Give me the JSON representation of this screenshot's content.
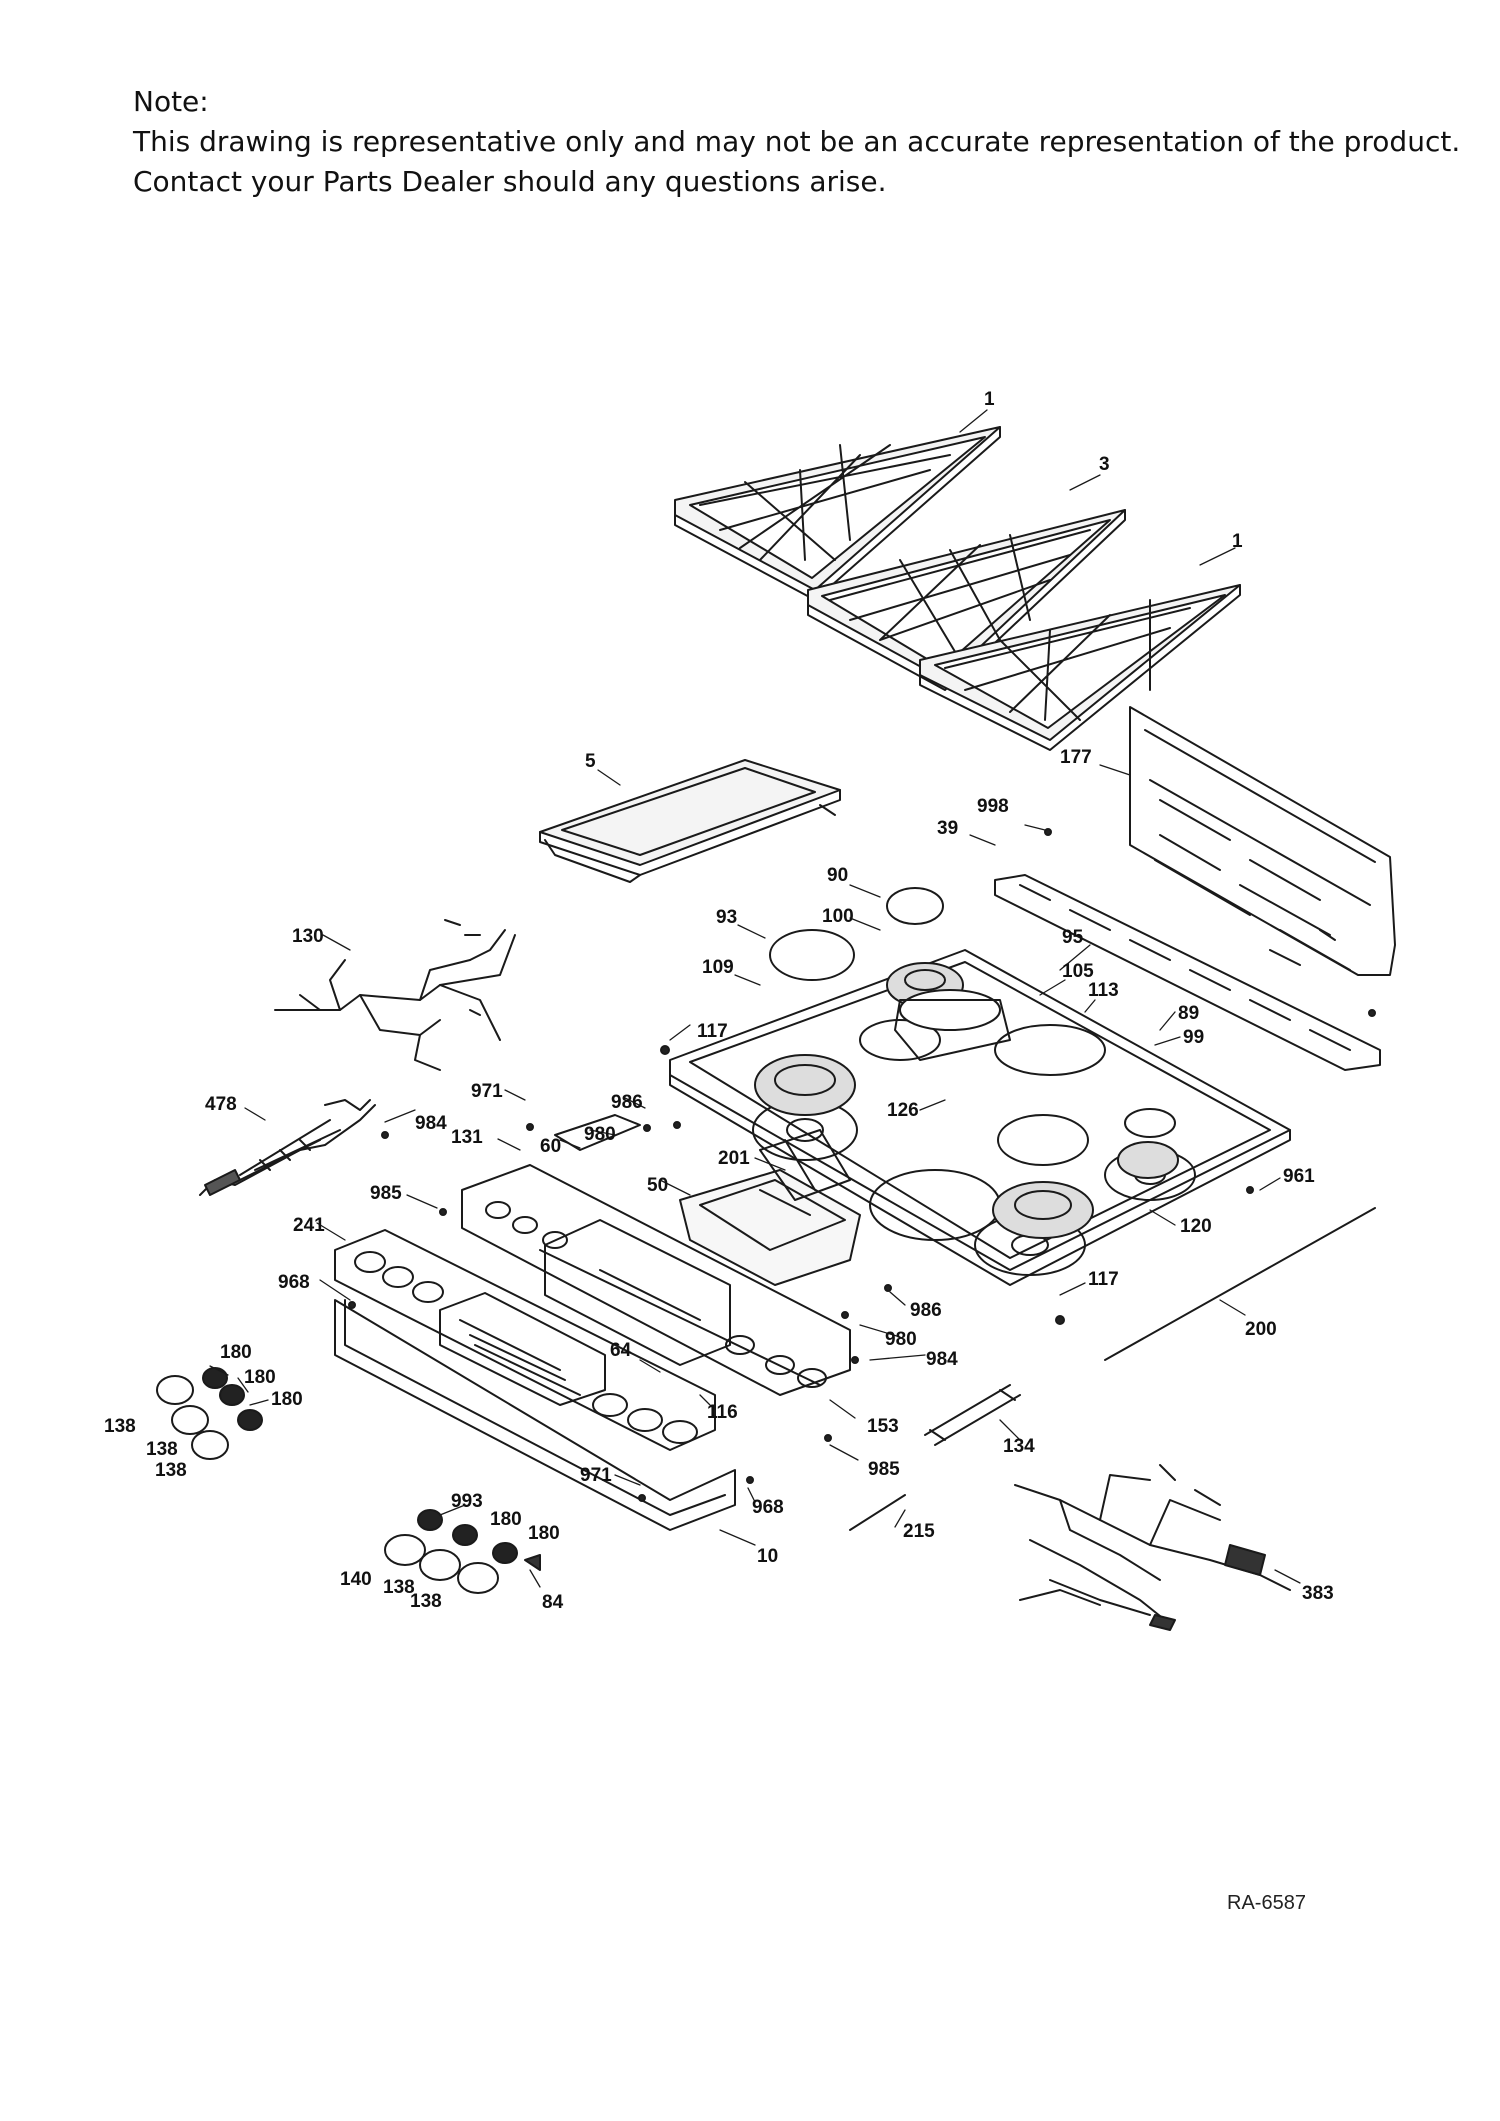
{
  "note": {
    "heading": "Note:",
    "line1": "This drawing is representative only and may not be an accurate representation of the product.",
    "line2": "Contact your Parts Dealer should any questions arise."
  },
  "drawing_id": "RA-6587",
  "callouts": [
    "1",
    "3",
    "1",
    "177",
    "5",
    "998",
    "39",
    "90",
    "93",
    "100",
    "95",
    "130",
    "109",
    "105",
    "113",
    "89",
    "99",
    "117",
    "478",
    "971",
    "986",
    "984",
    "131",
    "980",
    "60",
    "126",
    "201",
    "50",
    "961",
    "985",
    "241",
    "120",
    "117",
    "968",
    "986",
    "980",
    "984",
    "180",
    "180",
    "64",
    "180",
    "138",
    "116",
    "153",
    "138",
    "134",
    "138",
    "971",
    "985",
    "993",
    "968",
    "180",
    "180",
    "215",
    "140",
    "138",
    "138",
    "84",
    "10",
    "383",
    "200"
  ]
}
